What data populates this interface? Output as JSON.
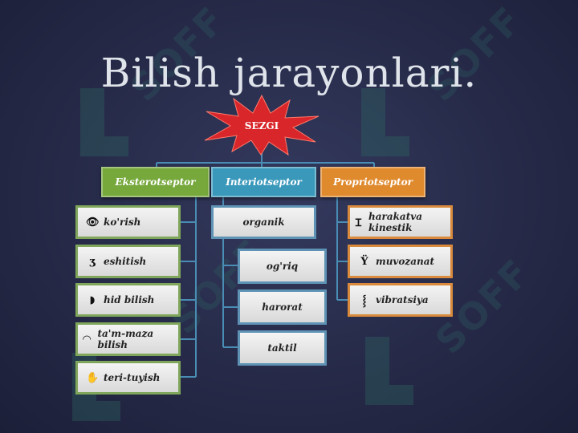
{
  "title": "Bilish jarayonlari.",
  "watermark": "SOFF",
  "root": "SEZGI",
  "categories": [
    {
      "label": "Eksterotseptor",
      "color": "#76a83c"
    },
    {
      "label": "Interiotseptor",
      "color": "#3a98bb"
    },
    {
      "label": "Propriotseptor",
      "color": "#e08a2e"
    }
  ],
  "eksterotseptor_items": [
    {
      "label": "ko'rish",
      "icon": "eye-icon"
    },
    {
      "label": "eshitish",
      "icon": "ear-icon"
    },
    {
      "label": "hid bilish",
      "icon": "nose-icon"
    },
    {
      "label": "ta'm-maza bilish",
      "icon": "lips-icon"
    },
    {
      "label": "teri-tuyish",
      "icon": "hand-icon"
    }
  ],
  "interiotseptor": {
    "main": "organik",
    "items": [
      "og'riq",
      "harorat",
      "taktil"
    ]
  },
  "propriotseptor_items": [
    {
      "label": "harakatva kinestik",
      "icon": "figure-icon"
    },
    {
      "label": "muvozanat",
      "icon": "balance-icon"
    },
    {
      "label": "vibratsiya",
      "icon": "vibration-icon"
    }
  ]
}
